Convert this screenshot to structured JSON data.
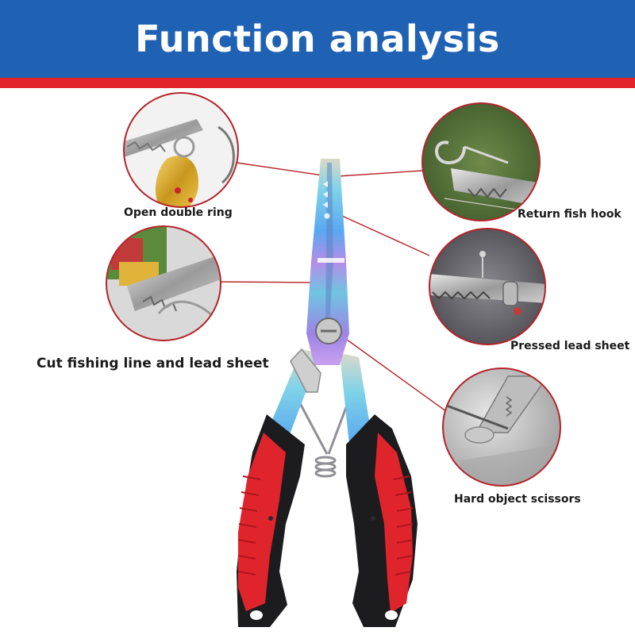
{
  "header": {
    "title": "Function analysis"
  },
  "colors": {
    "header_blue": "#1f62b4",
    "header_red": "#e3232a",
    "grip_red": "#e0242c",
    "grip_black": "#1c1c1f",
    "callout_line": "#b5232a"
  },
  "callouts": {
    "open_double_ring": "Open double ring",
    "return_fish_hook": "Return fish hook",
    "cut_fishing_line": "Cut fishing line and lead sheet",
    "pressed_lead_sheet": "Pressed lead sheet",
    "hard_object_scissors": "Hard object scissors"
  },
  "icons": [
    "pliers-illustration",
    "double-ring-detail",
    "fish-hook-detail",
    "line-cutter-detail",
    "lead-sheet-detail",
    "scissors-detail"
  ]
}
